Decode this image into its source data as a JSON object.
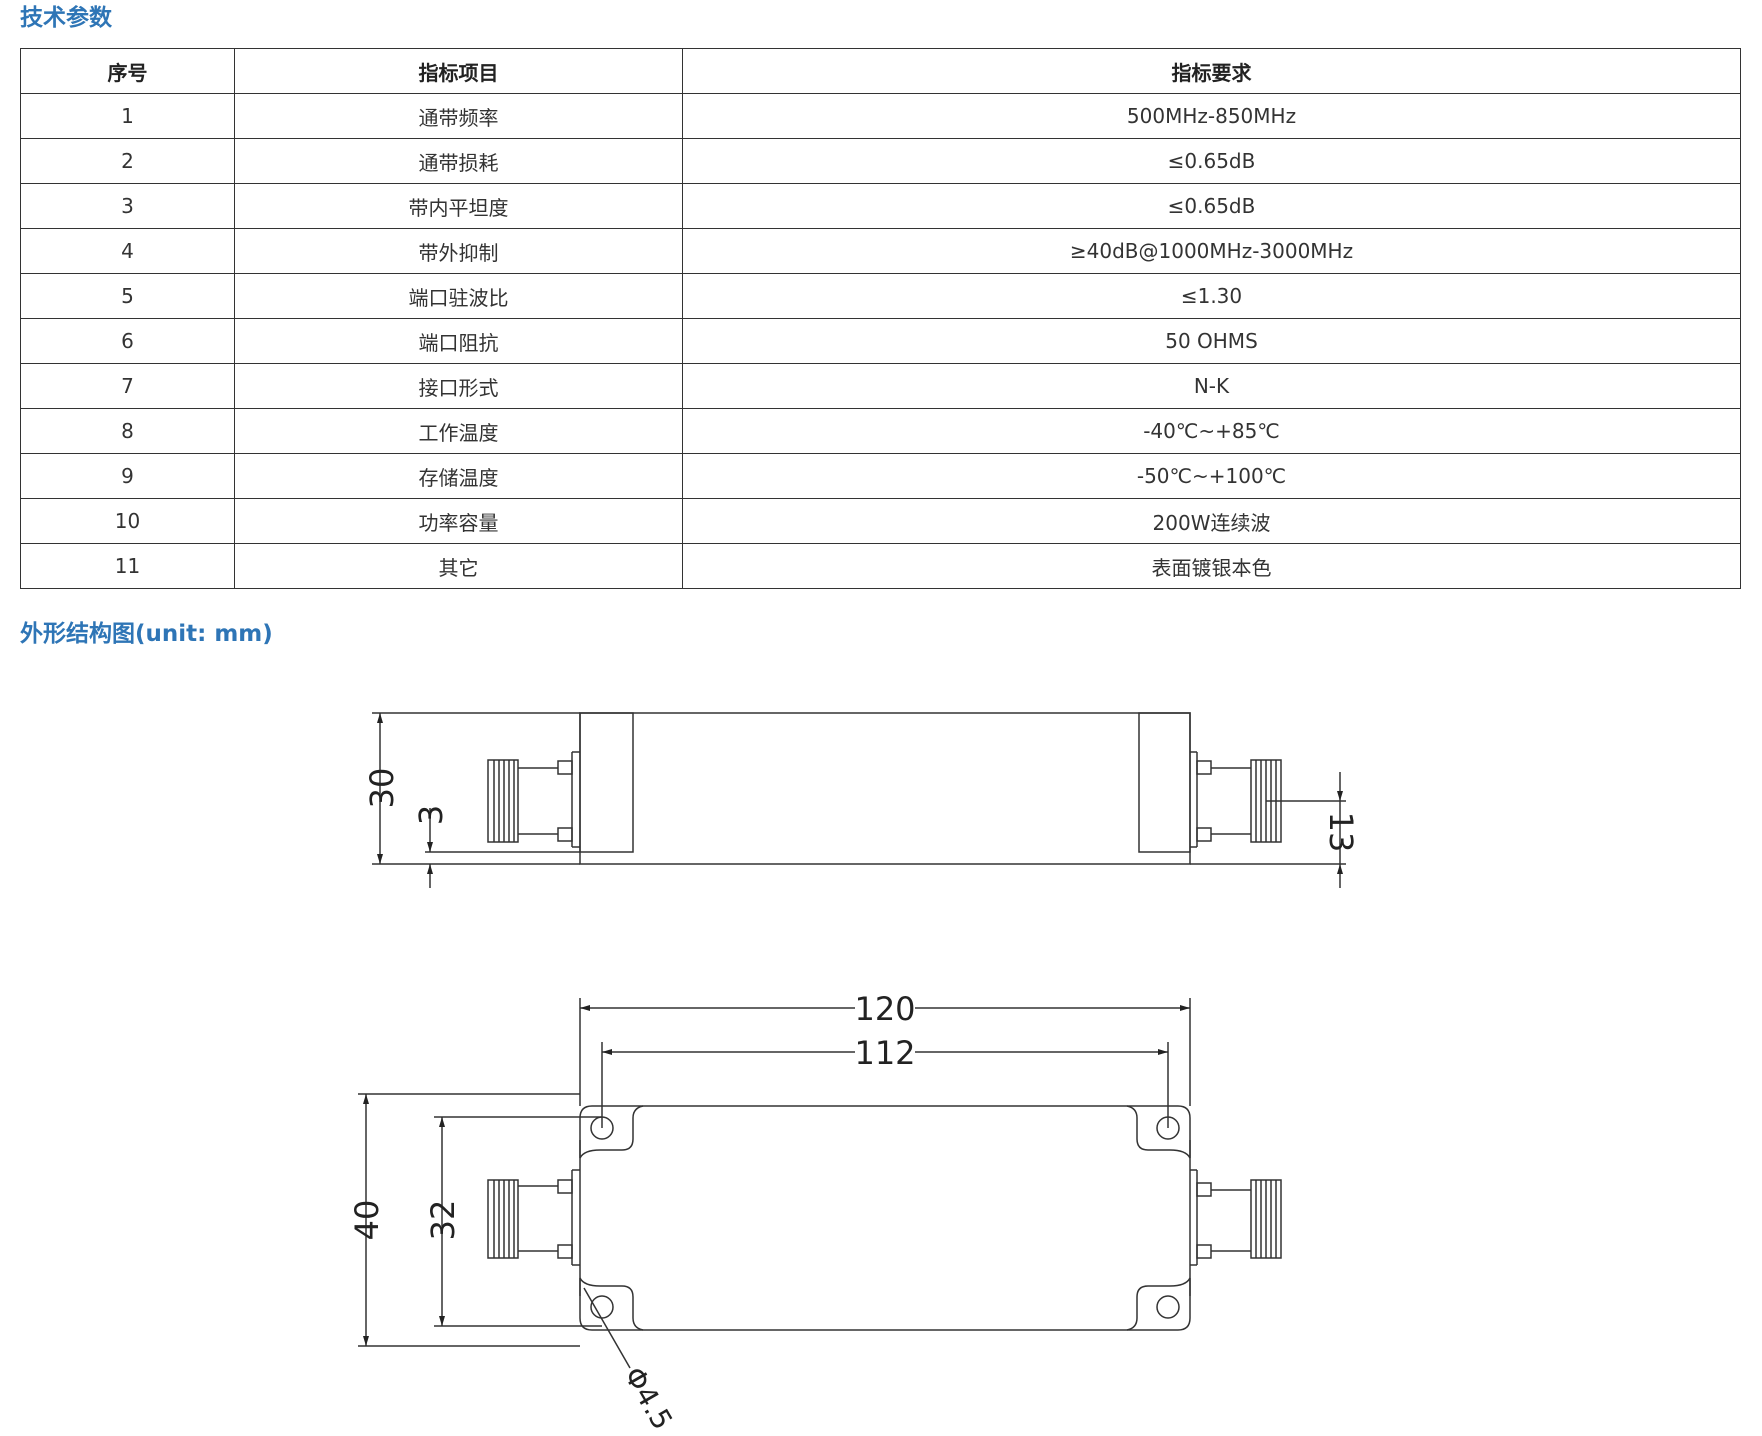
{
  "sections": {
    "params_title": "技术参数",
    "drawing_title": "外形结构图(unit: mm)"
  },
  "table": {
    "headers": [
      "序号",
      "指标项目",
      "指标要求"
    ],
    "rows": [
      [
        "1",
        "通带频率",
        "500MHz-850MHz"
      ],
      [
        "2",
        "通带损耗",
        "≤0.65dB"
      ],
      [
        "3",
        "带内平坦度",
        "≤0.65dB"
      ],
      [
        "4",
        "带外抑制",
        "≥40dB@1000MHz-3000MHz"
      ],
      [
        "5",
        "端口驻波比",
        "≤1.30"
      ],
      [
        "6",
        "端口阻抗",
        "50 OHMS"
      ],
      [
        "7",
        "接口形式",
        "N-K"
      ],
      [
        "8",
        "工作温度",
        "-40℃~+85℃"
      ],
      [
        "9",
        "存储温度",
        "-50℃~+100℃"
      ],
      [
        "10",
        "功率容量",
        "200W连续波"
      ],
      [
        "11",
        "其它",
        "表面镀银本色"
      ]
    ]
  },
  "drawing": {
    "side_view": {
      "height_30": "30",
      "offset_3": "3",
      "connector_13": "13"
    },
    "top_view": {
      "length_120": "120",
      "hole_span_112": "112",
      "width_40": "40",
      "hole_span_32": "32",
      "hole_dia": "Φ4.5"
    }
  }
}
